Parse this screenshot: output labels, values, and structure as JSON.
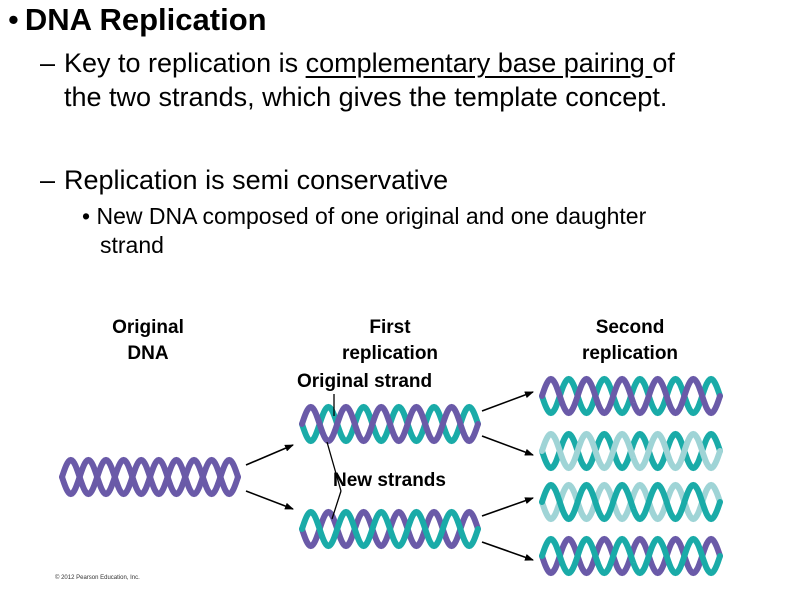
{
  "slide": {
    "bullet_char": "•",
    "title": "DNA Replication",
    "point1": {
      "dash": "–",
      "before": "Key to replication is ",
      "underlined": "complementary base pairing ",
      "after1": "of",
      "line2": "the two strands, which gives the template concept."
    },
    "point2": {
      "dash": "–",
      "text": "Replication is semi conservative"
    },
    "subpoint": {
      "bullet_char": "•",
      "line1": "New DNA composed of one original and one daughter",
      "line2": "strand"
    }
  },
  "diagram": {
    "labels": {
      "original": [
        "Original",
        "DNA"
      ],
      "first": [
        "First",
        "replication"
      ],
      "second": [
        "Second",
        "replication"
      ],
      "original_strand": "Original strand",
      "new_strands": "New strands"
    },
    "colors": {
      "original_strand": "#6a5aa8",
      "new_strand_first": "#1aaba8",
      "new_strand_second": "#9fd4d6",
      "arrow": "#000000"
    }
  },
  "copyright": "© 2012 Pearson Education, Inc."
}
